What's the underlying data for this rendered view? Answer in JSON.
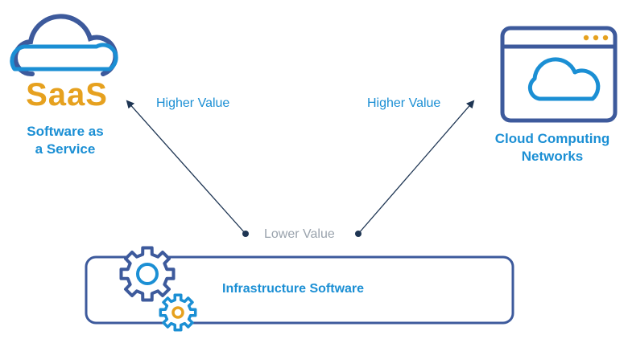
{
  "saas": {
    "acronym": "SaaS",
    "description_line1": "Software as",
    "description_line2": "a Service"
  },
  "cloud": {
    "line1": "Cloud Computing",
    "line2": "Networks"
  },
  "arrows": {
    "left_label": "Higher Value",
    "right_label": "Higher Value",
    "base_label": "Lower Value"
  },
  "infrastructure": {
    "label": "Infrastructure Software"
  },
  "colors": {
    "navy": "#3d5a9c",
    "blue": "#1b8fd4",
    "orange": "#e6a11f",
    "arrow": "#1e3553",
    "muted": "#9aa3ad"
  }
}
